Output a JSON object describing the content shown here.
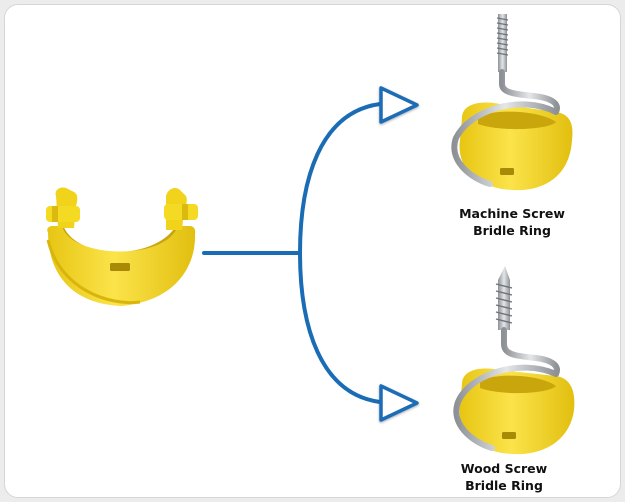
{
  "colors": {
    "background": "#ececec",
    "card": "#ffffff",
    "connector": "#1a6db5",
    "arrowhead": "#ffffff",
    "clip_yellow": "#f4d81a",
    "clip_shade": "#d9b70e",
    "metal": "#b9bcc0",
    "label_text": "#111111"
  },
  "products": {
    "machine_screw": {
      "line1": "Machine Screw",
      "line2": "Bridle Ring",
      "icon": "machine-screw-bridle-ring"
    },
    "wood_screw": {
      "line1": "Wood Screw",
      "line2": "Bridle Ring",
      "icon": "wood-screw-bridle-ring"
    }
  },
  "source_part": {
    "icon": "yellow-clip"
  }
}
